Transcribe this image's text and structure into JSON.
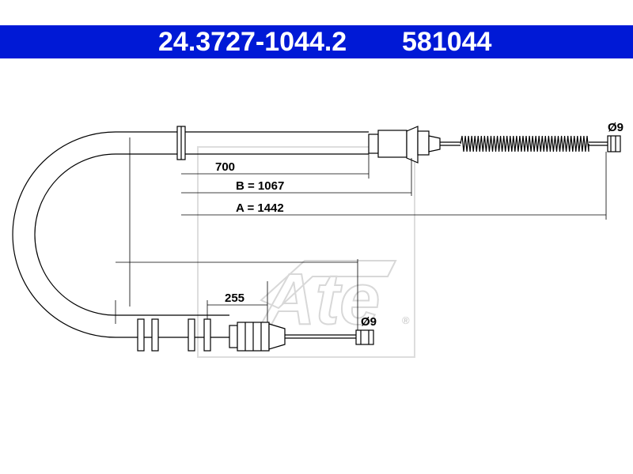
{
  "header": {
    "part_number": "24.3727-1044.2",
    "reference_number": "581044",
    "background_color": "#0019d6",
    "text_color": "#ffffff"
  },
  "drawing": {
    "type": "technical drawing: brake cable",
    "dimensions": {
      "d700": "700",
      "dB": "B = 1067",
      "dA": "A = 1442",
      "d255": "255",
      "diameter_top": "Ø9",
      "diameter_bottom": "Ø9"
    },
    "watermark": {
      "text": "Ate",
      "registered": "®",
      "color": "#d8d8d8"
    },
    "line_color": "#000000"
  }
}
